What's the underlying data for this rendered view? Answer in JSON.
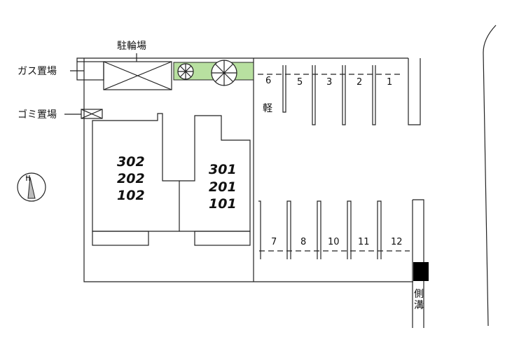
{
  "labels": {
    "bicycle_parking": "駐輪場",
    "gas_area": "ガス置場",
    "garbage_area": "ゴミ置場",
    "kei_car": "軽",
    "side_ditch_1": "側",
    "side_ditch_2": "溝"
  },
  "buildings": [
    {
      "units": [
        "302",
        "202",
        "102"
      ]
    },
    {
      "units": [
        "301",
        "201",
        "101"
      ]
    }
  ],
  "parking_top": [
    "6",
    "5",
    "3",
    "2",
    "1"
  ],
  "parking_bottom": [
    "7",
    "8",
    "10",
    "11",
    "12"
  ],
  "colors": {
    "greenery": "#b8e0a0",
    "ditch_block": "#000000",
    "lines": "#222222"
  }
}
